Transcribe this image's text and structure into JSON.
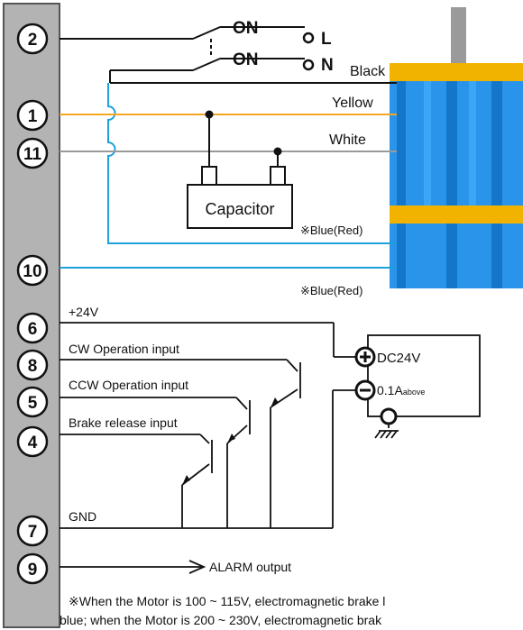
{
  "terminal_block": {
    "pins": [
      "2",
      "1",
      "11",
      "10",
      "6",
      "8",
      "5",
      "4",
      "7",
      "9"
    ]
  },
  "power": {
    "switch_on_label": "ON",
    "L_label": "L",
    "N_label": "N"
  },
  "wire_colors": {
    "black": "Black",
    "yellow": "Yellow",
    "white": "White",
    "blue_red": "※Blue(Red)"
  },
  "capacitor_label": "Capacitor",
  "control": {
    "plus24": "+24V",
    "cw": "CW Operation input",
    "ccw": "CCW Operation input",
    "brake": "Brake release input",
    "gnd": "GND",
    "alarm": "ALARM output"
  },
  "supply": {
    "voltage": "DC24V",
    "current": "0.1A",
    "current_suffix": "above"
  },
  "note": {
    "line1": "※When the Motor is 100 ~ 115V, electromagnetic brake l",
    "line2": "blue; when the Motor is 200 ~ 230V, electromagnetic brak"
  },
  "colors": {
    "yellow_wire": "#f5a623",
    "white_wire": "#9a9a9a",
    "blue_wire": "#1ea0dc",
    "motor_blue": "#1a8fe6",
    "motor_band": "#f5b800",
    "terminal_gray": "#b0b0b0"
  }
}
